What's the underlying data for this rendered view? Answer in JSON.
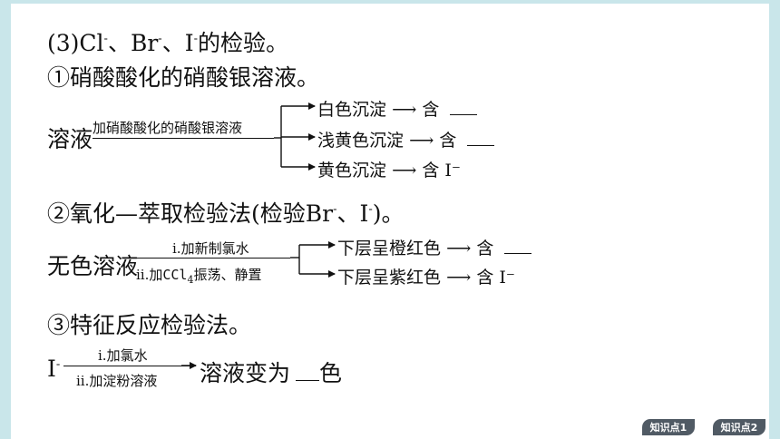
{
  "title": {
    "prefix": "(3)Cl",
    "mid1": "、Br",
    "mid2": "、I",
    "suffix": "的检验。",
    "sup": "-"
  },
  "section1": {
    "heading": "①硝酸酸化的硝酸银溶液。",
    "start": "溶液",
    "condition": "加硝酸酸化的硝酸银溶液",
    "branches": [
      {
        "result": "白色沉淀",
        "contains": "含",
        "ion": ""
      },
      {
        "result": "浅黄色沉淀",
        "contains": "含",
        "ion": ""
      },
      {
        "result": "黄色沉淀",
        "contains": "含",
        "ion": "I⁻"
      }
    ]
  },
  "section2": {
    "heading_prefix": "②氧化—萃取检验法(检验Br",
    "heading_mid": "、I",
    "heading_suffix": ")。",
    "start": "无色溶液",
    "cond_top": "ⅰ.加新制氯水",
    "cond_bottom_prefix": "ⅱ.加",
    "cond_bottom_ccl": "CCl",
    "cond_bottom_sub": "4",
    "cond_bottom_suffix": "振荡、静置",
    "branches": [
      {
        "result": "下层呈橙红色",
        "contains": "含",
        "ion": ""
      },
      {
        "result": "下层呈紫红色",
        "contains": "含",
        "ion": "I⁻"
      }
    ]
  },
  "section3": {
    "heading": "③特征反应检验法。",
    "start": "I",
    "cond_top": "ⅰ.加氯水",
    "cond_bottom": "ⅱ.加淀粉溶液",
    "result_prefix": "溶液变为",
    "result_suffix": "色"
  },
  "nav": [
    {
      "label": "知识点1"
    },
    {
      "label": "知识点2"
    }
  ]
}
